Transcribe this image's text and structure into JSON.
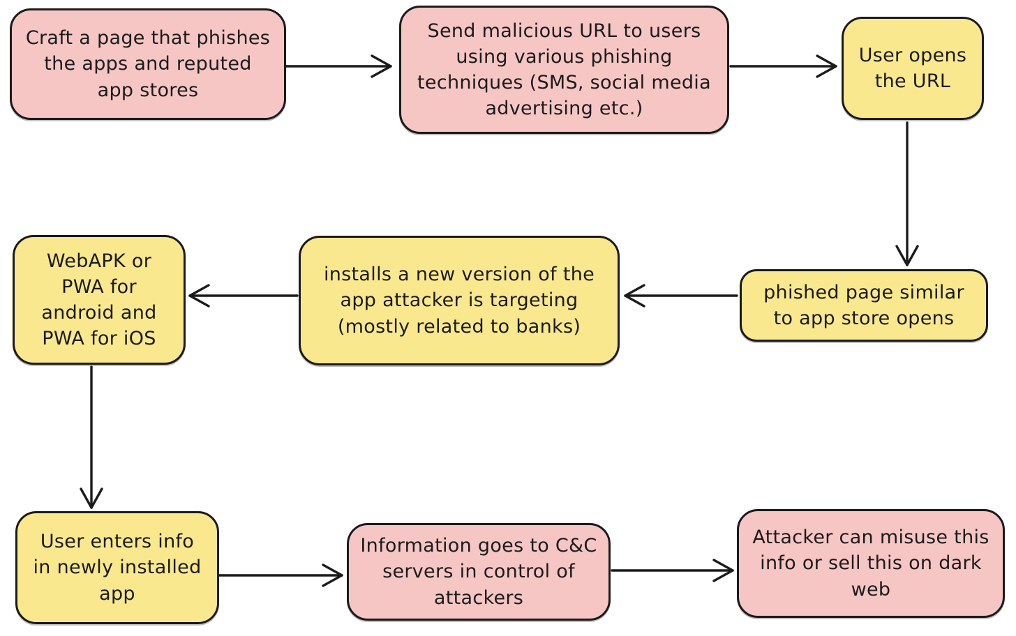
{
  "diagram": {
    "type": "flowchart",
    "style": "hand-drawn",
    "background_color": "#ffffff",
    "stroke_color": "#1b1b1b",
    "node_colors": {
      "pink": "#f6c6c5",
      "yellow": "#fae88e"
    },
    "nodes": [
      {
        "id": "craft-phish-page",
        "color": "pink",
        "label": "Craft a page that phishes the apps and reputed app stores"
      },
      {
        "id": "send-malicious-url",
        "color": "pink",
        "label": "Send malicious URL to users using various phishing techniques (SMS, social media advertising etc.)"
      },
      {
        "id": "user-opens-url",
        "color": "yellow",
        "label": "User opens the URL"
      },
      {
        "id": "phished-page-opens",
        "color": "yellow",
        "label": "phished page similar to app store opens"
      },
      {
        "id": "installs-new-version",
        "color": "yellow",
        "label": "installs a new version of the app attacker is targeting (mostly related to banks)"
      },
      {
        "id": "webapk-pwa",
        "color": "yellow",
        "label": "WebAPK or PWA for android and PWA for iOS"
      },
      {
        "id": "user-enters-info",
        "color": "yellow",
        "label": "User enters info in newly installed app"
      },
      {
        "id": "info-to-cc-servers",
        "color": "pink",
        "label": "Information goes to C&C servers in control of attackers"
      },
      {
        "id": "attacker-misuse",
        "color": "pink",
        "label": "Attacker can misuse this info or sell this on dark web"
      }
    ],
    "edges": [
      {
        "from": "craft-phish-page",
        "to": "send-malicious-url",
        "direction": "right"
      },
      {
        "from": "send-malicious-url",
        "to": "user-opens-url",
        "direction": "right"
      },
      {
        "from": "user-opens-url",
        "to": "phished-page-opens",
        "direction": "down"
      },
      {
        "from": "phished-page-opens",
        "to": "installs-new-version",
        "direction": "left"
      },
      {
        "from": "installs-new-version",
        "to": "webapk-pwa",
        "direction": "left"
      },
      {
        "from": "webapk-pwa",
        "to": "user-enters-info",
        "direction": "down"
      },
      {
        "from": "user-enters-info",
        "to": "info-to-cc-servers",
        "direction": "right"
      },
      {
        "from": "info-to-cc-servers",
        "to": "attacker-misuse",
        "direction": "right"
      }
    ]
  }
}
